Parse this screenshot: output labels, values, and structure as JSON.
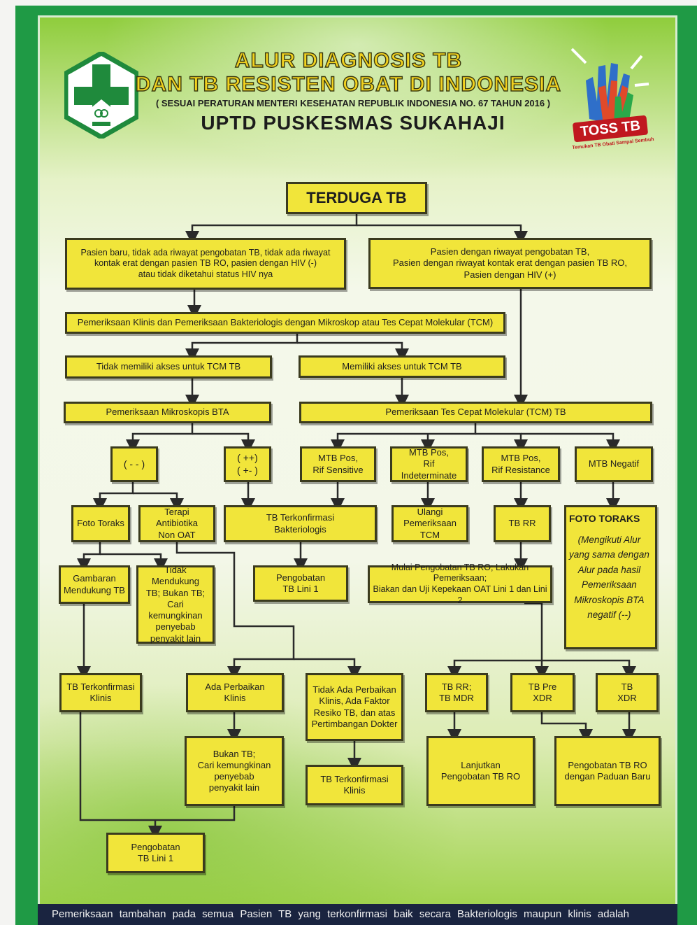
{
  "header": {
    "title_line1": "ALUR DIAGNOSIS TB",
    "title_line2": "DAN TB RESISTEN OBAT DI INDONESIA",
    "subtitle": "( SESUAI PERATURAN MENTERI KESEHATAN REPUBLIK INDONESIA NO. 67 TAHUN 2016 )",
    "organization": "UPTD PUSKESMAS SUKAHAJI",
    "campaign_badge": "TOSS TB",
    "campaign_tagline": "Temukan TB Obati Sampai Sembuh"
  },
  "colors": {
    "box_fill": "#f1e53a",
    "box_border": "#3b3b1e",
    "frame_green": "#1f9a45",
    "footer_bg": "#1a2440"
  },
  "icons": {
    "logo": "puskesmas-logo-icon",
    "campaign": "toss-tb-hands-icon"
  },
  "nodes": {
    "terduga": "TERDUGA TB",
    "pasien_baru": "Pasien baru, tidak ada riwayat pengobatan TB, tidak ada riwayat\nkontak erat dengan pasien TB RO, pasien dengan HIV (-)\natau tidak diketahui status HIV nya",
    "pasien_riwayat": "Pasien dengan riwayat pengobatan TB,\nPasien dengan riwayat kontak erat dengan pasien TB RO,\nPasien dengan HIV (+)",
    "pemeriksaan_klinis": "Pemeriksaan Klinis dan Pemeriksaan Bakteriologis dengan Mikroskop atau Tes Cepat Molekular (TCM)",
    "tidak_akses": "Tidak memiliki akses untuk TCM TB",
    "akses": "Memiliki akses untuk TCM TB",
    "mikroskopis": "Pemeriksaan Mikroskopis BTA",
    "tcm": "Pemeriksaan Tes Cepat Molekular (TCM) TB",
    "neg": "( - - )",
    "pos": "( ++)\n( +- )",
    "mtb_sensitive": "MTB Pos,\nRif Sensitive",
    "mtb_indeterminate": "MTB Pos,\nRif Indeterminate",
    "mtb_resistance": "MTB Pos,\nRif Resistance",
    "mtb_negatif": "MTB Negatif",
    "foto_toraks": "Foto Toraks",
    "terapi": "Terapi Antibiotika\nNon OAT",
    "tb_terkonfirmasi_bakt": "TB Terkonfirmasi\nBakteriologis",
    "ulangi": "Ulangi\nPemeriksaan TCM",
    "tb_rr": "TB RR",
    "foto_toraks_caps": "FOTO TORAKS",
    "foto_toraks_note": "(Mengikuti Alur\nyang sama dengan\nAlur pada hasil\nPemeriksaan\nMikroskopis BTA\nnegatif (--)",
    "gambaran": "Gambaran\nMendukung TB",
    "tidak_mendukung": "Tidak Mendukung\nTB; Bukan TB;\nCari kemungkinan\npenyebab\npenyakit lain",
    "pengobatan_lini1_a": "Pengobatan\nTB Lini 1",
    "mulai_ro": "Mulai Pengobatan TB RO; Lakukan Pemeriksaan;\nBiakan dan Uji Kepekaan OAT Lini 1 dan Lini 2",
    "tb_klinis_a": "TB Terkonfirmasi\nKlinis",
    "ada_perbaikan": "Ada Perbaikan\nKlinis",
    "tidak_perbaikan": "Tidak Ada Perbaikan\nKlinis, Ada Faktor\nResiko TB, dan atas\nPertimbangan Dokter",
    "rr_mdr": "TB RR;\nTB MDR",
    "pre_xdr": "TB Pre\nXDR",
    "xdr": "TB\nXDR",
    "bukan_tb": "Bukan TB;\nCari kemungkinan\npenyebab\npenyakit lain",
    "tb_klinis_b": "TB Terkonfirmasi\nKlinis",
    "lanjutkan_ro": "Lanjutkan\nPengobatan TB RO",
    "paduan_baru": "Pengobatan TB RO\ndengan Paduan Baru",
    "pengobatan_lini1_b": "Pengobatan\nTB Lini 1"
  },
  "footer": "Pemeriksaan tambahan pada semua Pasien TB yang terkonfirmasi baik secara Bakteriologis maupun klinis adalah"
}
